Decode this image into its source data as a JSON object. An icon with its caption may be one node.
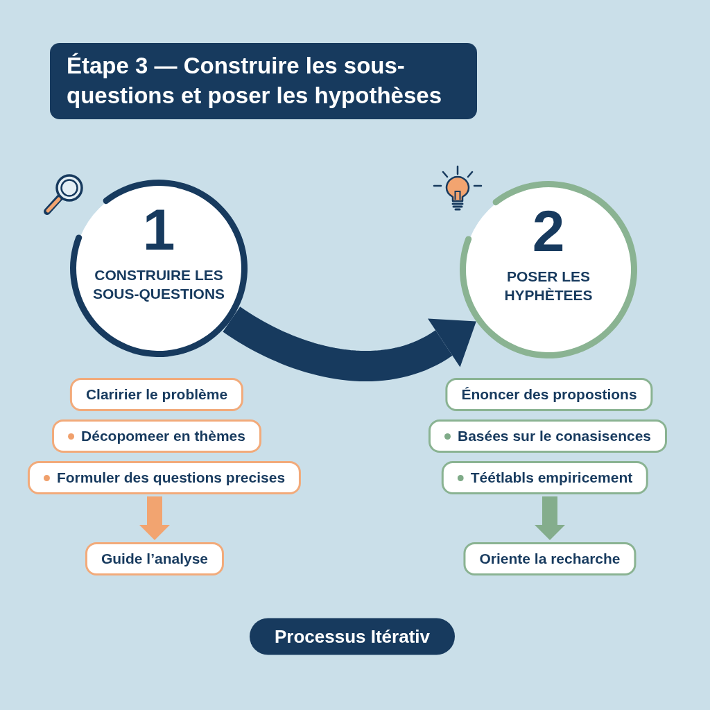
{
  "diagram": {
    "title": "Étape 3 — Construire les sous-questions et poser les hypothèses",
    "nodes": [
      {
        "text": [
          "1",
          "CONSTRUIRE LES SOUS-QUESTIONS"
        ]
      },
      {
        "text": [
          "2",
          "POSER LES HYPHÈTEES"
        ]
      },
      {
        "text": [
          "Claririer le problème"
        ]
      },
      {
        "text": [
          "Décopomeer en thèmes"
        ]
      },
      {
        "text": [
          "Formuler des questions precises"
        ]
      },
      {
        "text": [
          "Guide l’analyse"
        ]
      },
      {
        "text": [
          "Énoncer des propostions"
        ]
      },
      {
        "text": [
          "Basées sur le conasisences"
        ]
      },
      {
        "text": [
          "Téétlabls empiricement"
        ]
      },
      {
        "text": [
          "Oriente la recharche"
        ]
      },
      {
        "text": [
          "Processus Itérativ"
        ]
      }
    ],
    "edges": [
      {
        "from": 0,
        "to": 1,
        "arrow": "to",
        "style": "thick",
        "color": "#173a5e"
      },
      {
        "from": 4,
        "to": 5,
        "arrow": "to",
        "color": "#f2a470"
      },
      {
        "from": 8,
        "to": 9,
        "arrow": "to",
        "color": "#84ad8c"
      }
    ]
  }
}
